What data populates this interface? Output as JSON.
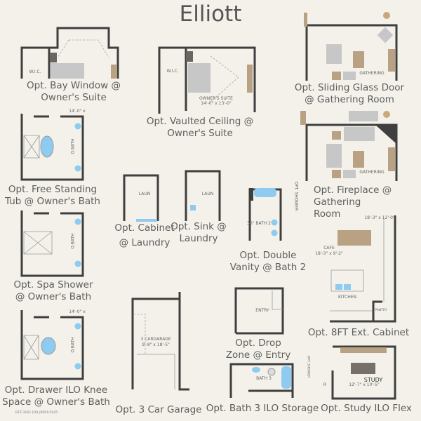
{
  "title": "Elliott",
  "options": [
    {
      "lines": [
        "Opt. Bay Window @",
        "Owner's Suite"
      ]
    },
    {
      "lines": [
        "Opt. Vaulted Ceiling @",
        "Owner's Suite"
      ]
    },
    {
      "lines": [
        "Opt. Sliding Glass Door",
        "@ Gathering Room"
      ]
    },
    {
      "lines": [
        "Opt. Free Standing",
        "Tub @ Owner's Bath"
      ]
    },
    {
      "lines": [
        "Opt. Cabinet",
        "@ Laundry"
      ]
    },
    {
      "lines": [
        "Opt. Sink @",
        "Laundry"
      ]
    },
    {
      "lines": [
        "Opt. Fireplace @",
        "Gathering",
        "Room"
      ]
    },
    {
      "lines": [
        "Opt. Double",
        "Vanity @ Bath 2"
      ]
    },
    {
      "lines": [
        "Opt. Spa Shower",
        "@ Owner's Bath"
      ]
    },
    {
      "lines": [
        "Opt. 8FT Ext. Cabinet"
      ]
    },
    {
      "lines": [
        "Opt. Drop",
        "Zone @ Entry"
      ]
    },
    {
      "lines": [
        "Opt. Drawer ILO Knee",
        "Space @ Owner's Bath"
      ]
    },
    {
      "lines": [
        "Opt. 3 Car Garage"
      ]
    },
    {
      "lines": [
        "Opt. Bath 3 ILO Storage"
      ]
    },
    {
      "lines": [
        "Opt. Study ILO Flex"
      ]
    }
  ],
  "rooms": {
    "wic": "W.I.C.",
    "owners_suite": "OWNER'S SUITE",
    "owners_suite_dim": "14'-0\" x 13'-0\"",
    "gathering": "GATHERING",
    "obath": "O.BATH",
    "obath_dim": "14'-0\" x",
    "laun": "LAUN",
    "bath2": "36\" BATH 2",
    "opt_shower": "OPT. SHOWER",
    "cafe": "CAFE",
    "cafe_dim": "18'-3\" x 9'-2\"",
    "gathering_dim": "18'-3\" x 12'-0\"",
    "kitchen": "KITCHEN",
    "pantry": "PANTRY",
    "entry": "ENTRY",
    "garage": "3 CARGARAGE",
    "garage_dim": "9'-8\" x 18'-5\"",
    "bath3": "BATH 3",
    "study": "STUDY",
    "study_dim": "12'-7\" x 10'-5\"",
    "r": "R"
  },
  "code": "BTZ-3162.100_09/01/2025",
  "colors": {
    "background": "#f3f1ea",
    "wall": "#3f3f3f",
    "fixture_blue": "#8ecbf0",
    "furniture_tan": "#b9a183",
    "furniture_gray": "#c7c7c7"
  }
}
